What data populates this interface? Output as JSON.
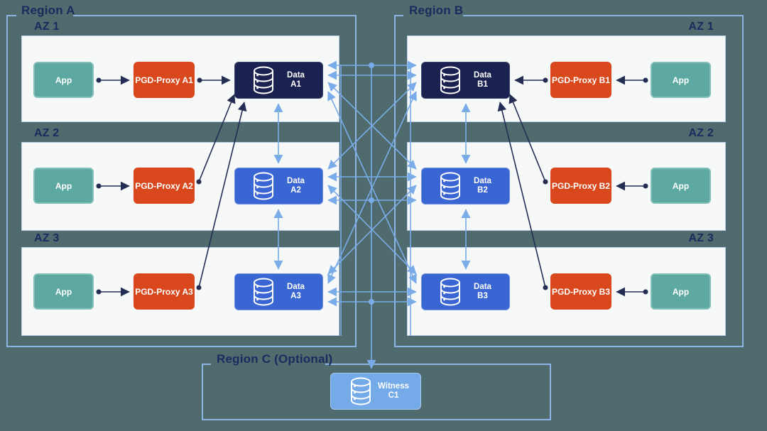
{
  "colors": {
    "bg": "#506b6d",
    "az-fill": "#f7f8f8",
    "region-border": "#8cb4e4",
    "label": "#1b2a5e",
    "app-fill": "#5da9a1",
    "proxy-fill": "#d9481c",
    "data-lead-fill": "#1b2150",
    "data-fill": "#3a66d3",
    "witness-fill": "#74aae7",
    "wire-light": "#79ace9",
    "wire-dark": "#242e55"
  },
  "region_a": {
    "label": "Region A",
    "azs": [
      {
        "label": "AZ 1",
        "app": "App",
        "proxy": "PGD-Proxy A1",
        "data_name": "Data",
        "data_id": "A1"
      },
      {
        "label": "AZ 2",
        "app": "App",
        "proxy": "PGD-Proxy A2",
        "data_name": "Data",
        "data_id": "A2"
      },
      {
        "label": "AZ 3",
        "app": "App",
        "proxy": "PGD-Proxy A3",
        "data_name": "Data",
        "data_id": "A3"
      }
    ]
  },
  "region_b": {
    "label": "Region B",
    "azs": [
      {
        "label": "AZ 1",
        "app": "App",
        "proxy": "PGD-Proxy B1",
        "data_name": "Data",
        "data_id": "B1"
      },
      {
        "label": "AZ 2",
        "app": "App",
        "proxy": "PGD-Proxy B2",
        "data_name": "Data",
        "data_id": "B2"
      },
      {
        "label": "AZ 3",
        "app": "App",
        "proxy": "PGD-Proxy B3",
        "data_name": "Data",
        "data_id": "B3"
      }
    ]
  },
  "region_c": {
    "label": "Region C (Optional)",
    "witness_name": "Witness",
    "witness_id": "C1"
  }
}
